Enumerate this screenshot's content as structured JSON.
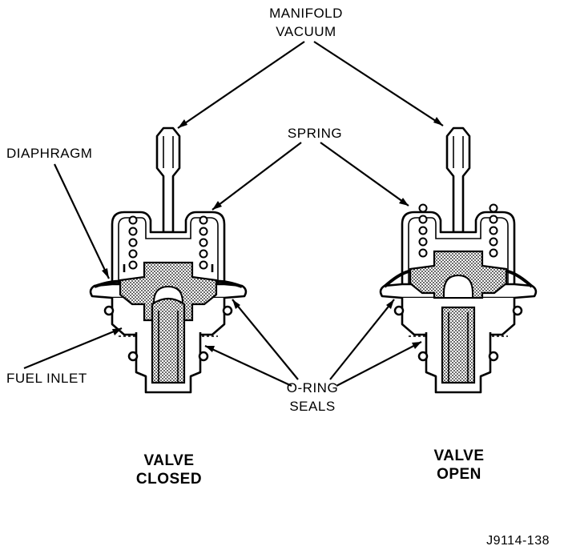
{
  "labels": {
    "manifold": "MANIFOLD",
    "vacuum": "VACUUM",
    "spring": "SPRING",
    "diaphragm": "DIAPHRAGM",
    "fuel_inlet": "FUEL INLET",
    "oring_line1": "O-RING",
    "oring_line2": "SEALS"
  },
  "captions": {
    "left_line1": "VALVE",
    "left_line2": "CLOSED",
    "right_line1": "VALVE",
    "right_line2": "OPEN"
  },
  "figure_id": "J9114-138",
  "colors": {
    "ink": "#000000",
    "paper": "#ffffff",
    "stipple": "#8a8a8a"
  }
}
